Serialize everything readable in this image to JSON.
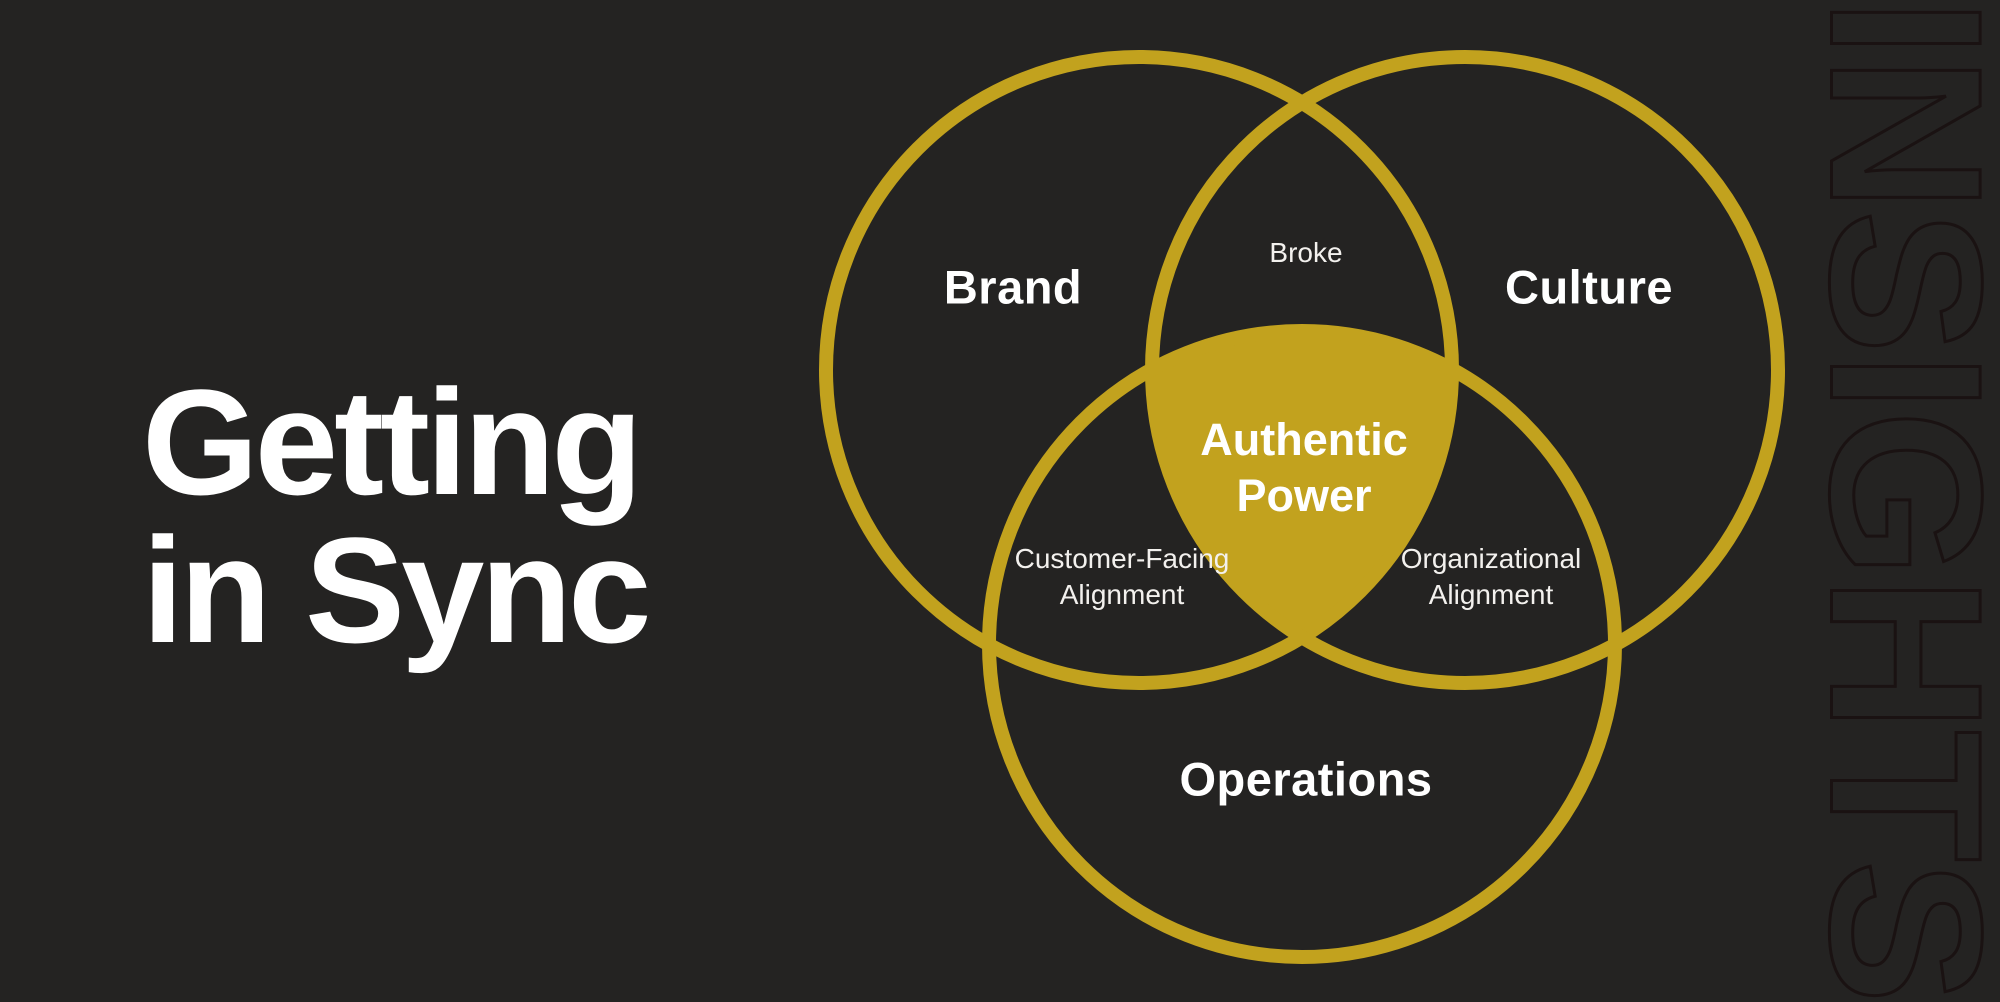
{
  "colors": {
    "bg": "#242322",
    "gold": "#C2A21E",
    "ink": "#FFFFFF",
    "soft": "#F3F1EE",
    "outline": "#1A1212"
  },
  "title": {
    "text": "Getting in Sync"
  },
  "watermark": {
    "text": "INSIGHTS"
  },
  "venn": {
    "sets": [
      {
        "label": "Brand"
      },
      {
        "label": "Culture"
      },
      {
        "label": "Operations"
      }
    ],
    "intersections": {
      "brand_culture": "Broke",
      "brand_operations": "Customer-Facing Alignment",
      "culture_operations": "Organizational Alignment",
      "center": "Authentic Power"
    }
  }
}
